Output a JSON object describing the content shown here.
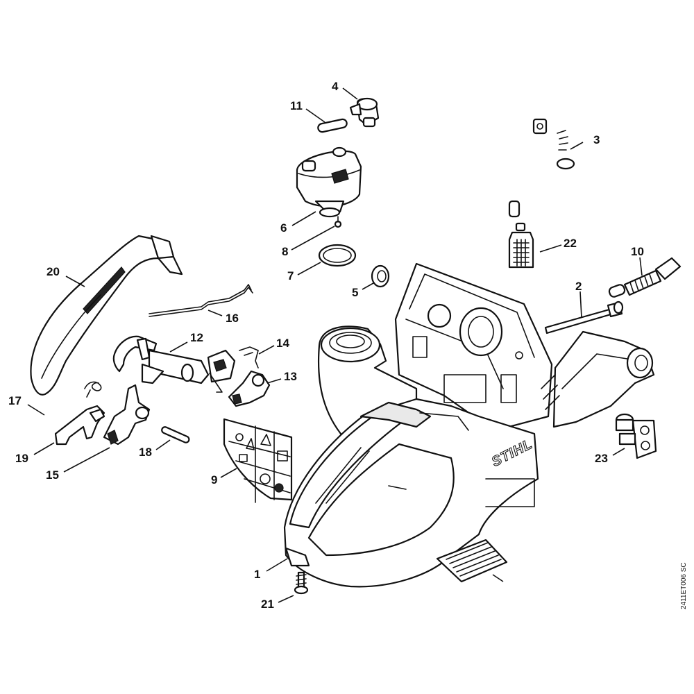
{
  "diagram": {
    "brand": "STIHL",
    "figure_code": "2411ET006 SC",
    "callouts": [
      "1",
      "2",
      "3",
      "4",
      "5",
      "6",
      "7",
      "8",
      "9",
      "10",
      "11",
      "12",
      "13",
      "14",
      "15",
      "16",
      "17",
      "18",
      "19",
      "20",
      "21",
      "22",
      "23"
    ]
  }
}
